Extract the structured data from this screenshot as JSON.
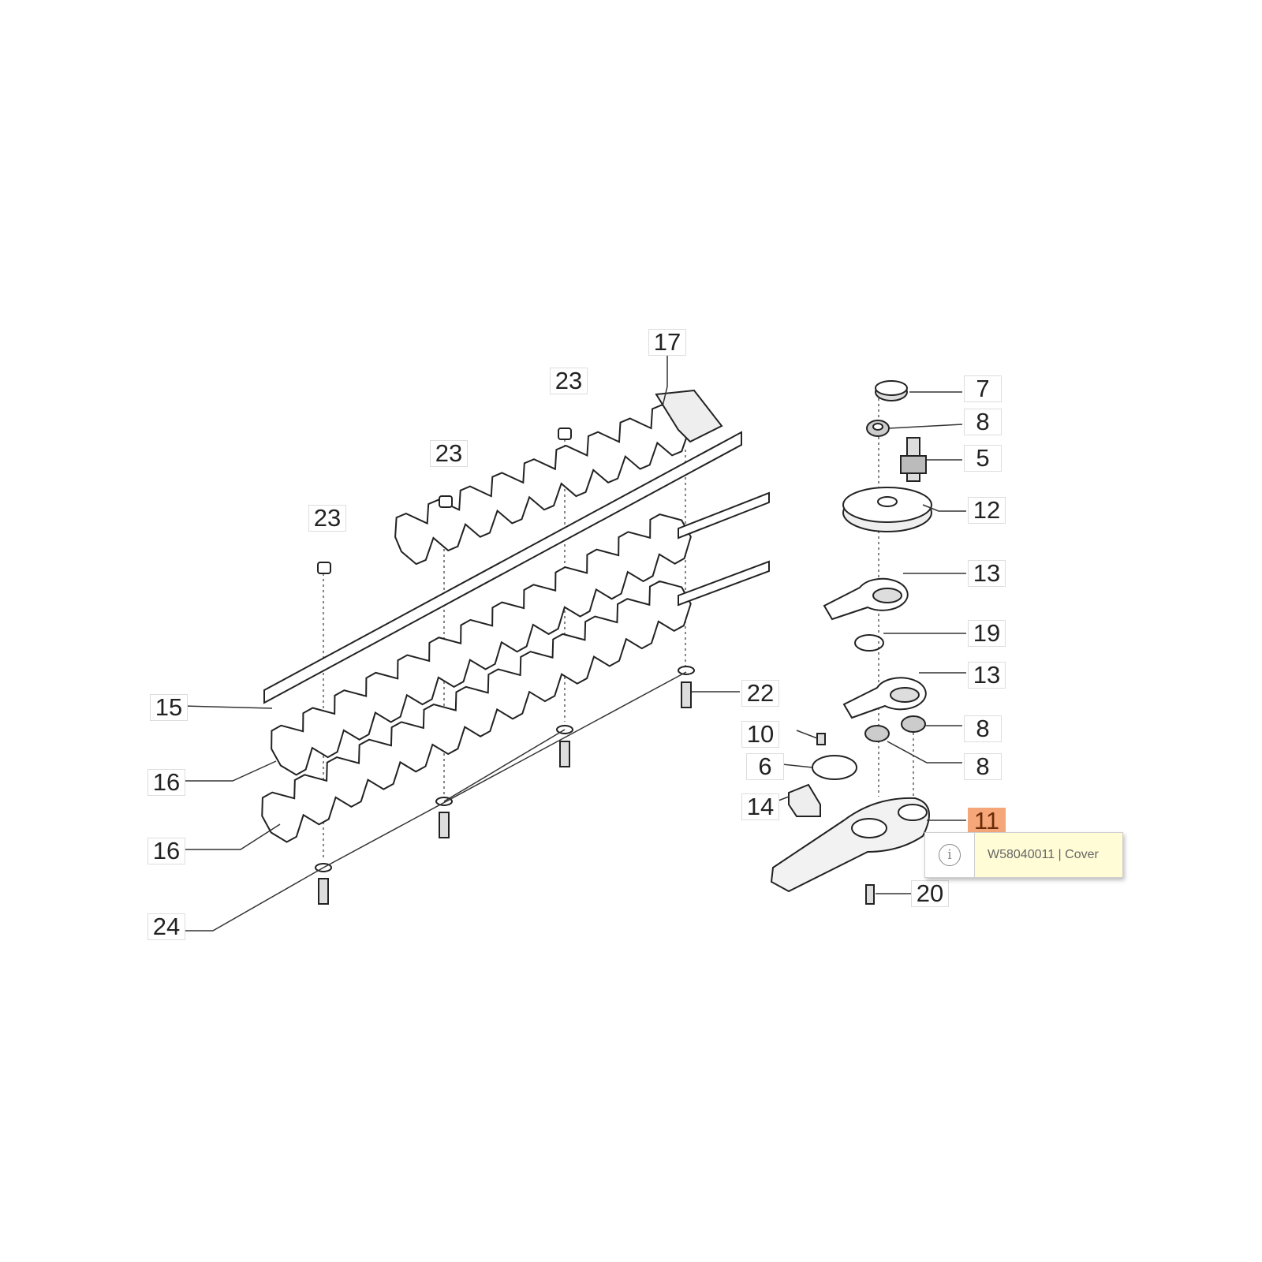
{
  "callouts": {
    "c17": "17",
    "c23a": "23",
    "c23b": "23",
    "c23c": "23",
    "c7": "7",
    "c8a": "8",
    "c5": "5",
    "c12": "12",
    "c13a": "13",
    "c19": "19",
    "c13b": "13",
    "c22": "22",
    "c15": "15",
    "c10": "10",
    "c8b": "8",
    "c6": "6",
    "c8c": "8",
    "c16a": "16",
    "c14": "14",
    "c11": "11",
    "c16b": "16",
    "c20": "20",
    "c24": "24"
  },
  "highlight_color": "#f5a77a",
  "tooltip": {
    "icon": "info-icon",
    "icon_glyph": "i",
    "text": "W58040011 | Cover"
  }
}
